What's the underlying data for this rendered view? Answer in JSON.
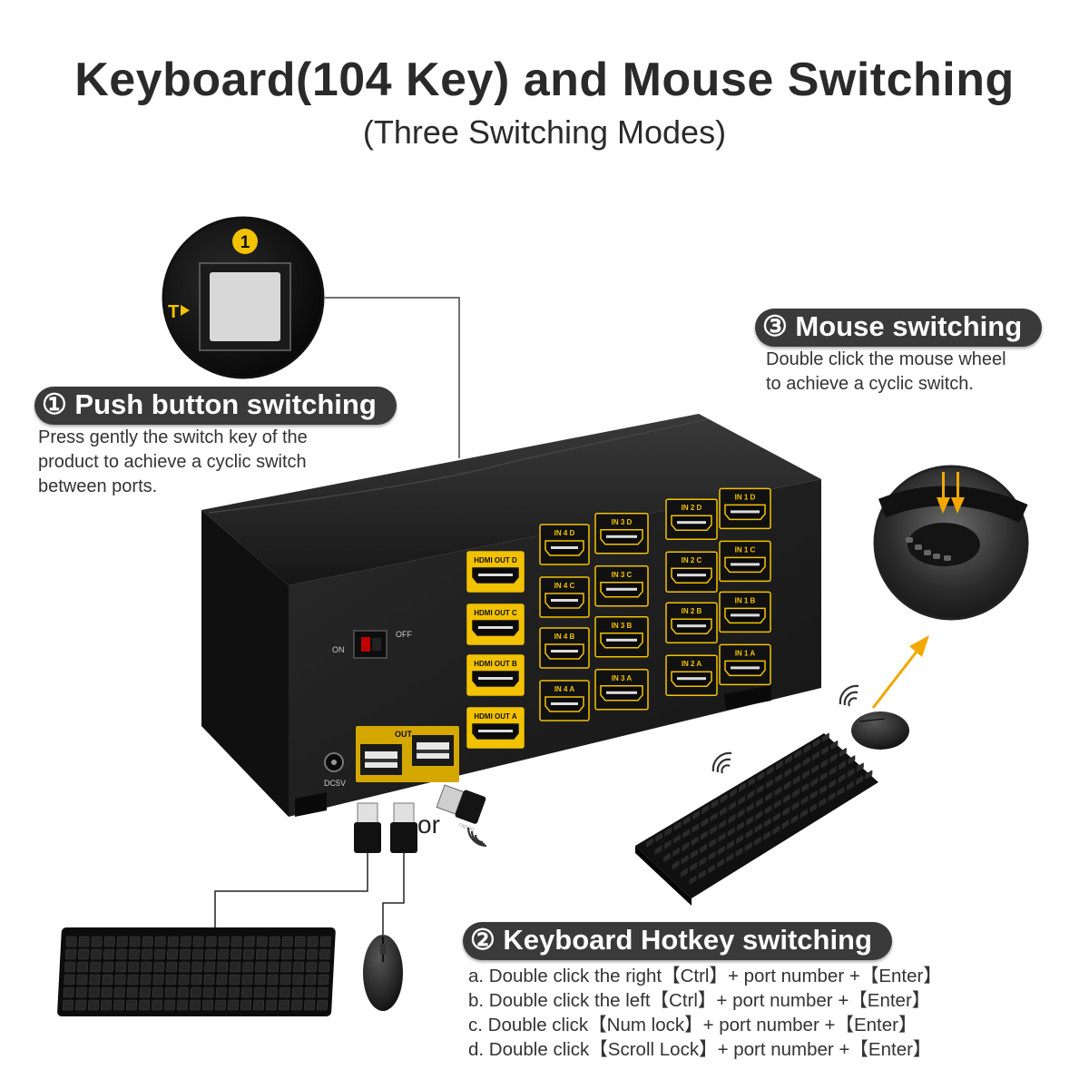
{
  "header": {
    "title": "Keyboard(104 Key) and Mouse Switching",
    "subtitle": "(Three Switching Modes)"
  },
  "modes": {
    "push_button": {
      "heading": "① Push button switching",
      "description": [
        "Press gently the switch key of the",
        "product to achieve a cyclic switch",
        "between ports."
      ],
      "badge": "1"
    },
    "mouse": {
      "heading": "③ Mouse switching",
      "description": [
        "Double click the mouse wheel",
        "to achieve a cyclic switch."
      ]
    },
    "keyboard_hotkey": {
      "heading": "② Keyboard Hotkey switching",
      "steps": [
        "a. Double click the right【Ctrl】+ port number +【Enter】",
        "b. Double click the left【Ctrl】+ port number +【Enter】",
        "c. Double click【Num lock】+ port number +【Enter】",
        "d. Double click【Scroll Lock】+ port number +【Enter】"
      ]
    }
  },
  "device": {
    "power_on": "ON",
    "power_off": "OFF",
    "dc_label": "DC5V",
    "usb_out": "OUT",
    "rows": [
      {
        "out": "HDMI OUT D",
        "ins": [
          "IN 4 D",
          "IN 3 D",
          "IN 2 D",
          "IN 1 D"
        ]
      },
      {
        "out": "HDMI OUT C",
        "ins": [
          "IN 4 C",
          "IN 3 C",
          "IN 2 C",
          "IN 1 C"
        ]
      },
      {
        "out": "HDMI OUT B",
        "ins": [
          "IN 4 B",
          "IN 3 B",
          "IN 2 B",
          "IN 1 B"
        ]
      },
      {
        "out": "HDMI OUT A",
        "ins": [
          "IN 4 A",
          "IN 3 A",
          "IN 2 A",
          "IN 1 A"
        ]
      }
    ]
  },
  "connector_or": "or",
  "receiver_brand": "rapoo",
  "colors": {
    "accent_gold": "#f2c200",
    "pill_bg": "#3a3a3a",
    "device_body": "#1c1c1c",
    "arrow": "#f2a800"
  }
}
